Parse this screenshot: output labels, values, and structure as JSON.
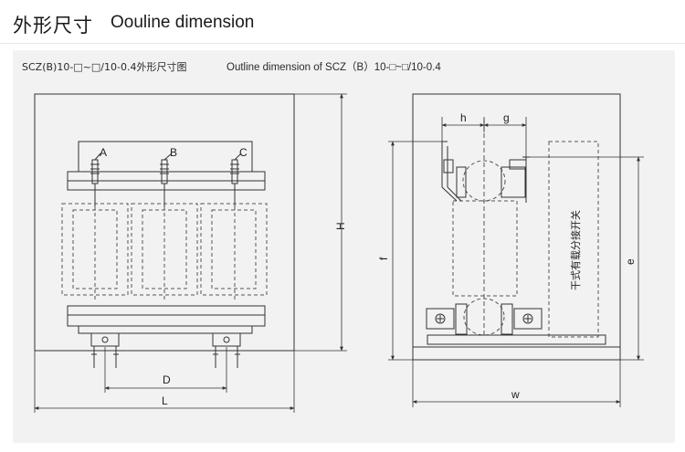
{
  "header": {
    "title_zh": "外形尺寸",
    "title_en": "Oouline dimension"
  },
  "captions": {
    "zh": "SCZ(B)10-□~□/10-0.4外形尺寸图",
    "en": "Outline dimension of SCZ（B）10-□~□/10-0.4"
  },
  "front_view": {
    "phase_labels": [
      "A",
      "B",
      "C"
    ],
    "dim_H": "H",
    "dim_D": "D",
    "dim_L": "L"
  },
  "side_view": {
    "dim_h": "h",
    "dim_g": "g",
    "dim_f": "f",
    "dim_e": "e",
    "dim_w": "w",
    "switch_label": "干式有载分接开关"
  },
  "colors": {
    "line": "#333333",
    "dashed": "#555555",
    "panel": "#f2f2f2"
  }
}
